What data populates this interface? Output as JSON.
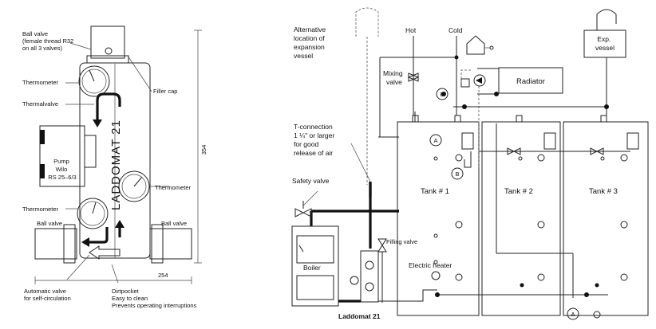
{
  "left": {
    "ball_valve_top": [
      "Ball valve",
      "(female thread R32",
      "on all 3 valves)"
    ],
    "thermometer_upper": "Thermometer",
    "thermalvalve": "Thermalvalve",
    "filler_cap": "Filler cap",
    "pump": [
      "Pump",
      "Wilo",
      "RS 25–6/3"
    ],
    "thermometer_right": "Thermometer",
    "thermometer_lower": "Thermometer",
    "ball_valve_left": "Ball valve",
    "ball_valve_right": "Ball valve",
    "product_vertical": "LADDOMAT 21",
    "dim_height": "354",
    "dim_width": "254",
    "automatic_valve": [
      "Automatic valve",
      "for self-circulation"
    ],
    "dirtpocket": [
      "Dirtpocket",
      "Easy to clean",
      "Prevents operating interruptions"
    ]
  },
  "right": {
    "alt_expansion": [
      "Alternative",
      "location of",
      "expansion",
      "vessel"
    ],
    "hot": "Hot",
    "cold": "Cold",
    "mixing_valve": [
      "Mixing",
      "valve"
    ],
    "radiator": "Radiator",
    "exp_vessel": [
      "Exp.",
      "vessel"
    ],
    "t_connection": [
      "T-connection",
      "1 ¼\" or larger",
      "for good",
      "release of air"
    ],
    "safety_valve": "Safety valve",
    "filling_valve": "Filling valve",
    "boiler": "Boiler",
    "electric_heater": "Electric heater",
    "laddomat": "Laddomat 21",
    "tank1": "Tank # 1",
    "tank2": "Tank # 2",
    "tank3": "Tank # 3",
    "marker_a": "A",
    "marker_b": "B"
  }
}
